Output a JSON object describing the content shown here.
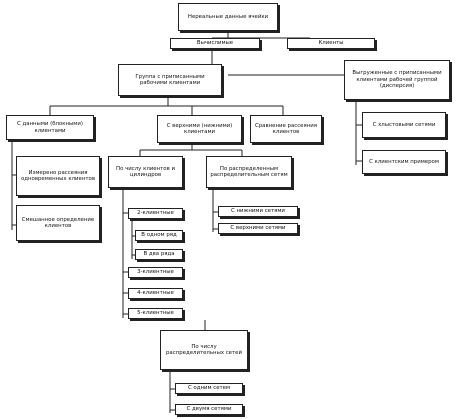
{
  "nodes": {
    "root": "Нереальные данные ячейки",
    "left_branch": "Вычислимые",
    "right_branch": "Клиенты",
    "group_left": "Группа с приписанными рабочими клиентами",
    "group_right": "Выгруженные с приписанными клиентами рабочей группой (дисперсия)",
    "col1": "С данными (блокными) клиентами",
    "col2": "С верхними (нижними) клиентами",
    "col3": "Сравнение рассеяния клиентов",
    "c1_sub1": "Измерено рассеяния одновременных клиентов",
    "c1_sub2": "Смешанное определение клиентов",
    "c2_by_count": "По числу клиентов и цилиндров",
    "c2_by_type": "По распределенным распределительным сетям",
    "n2": "2-клиентные",
    "n2a": "В одном ряд",
    "n2b": "В два ряда",
    "n3": "3-клиентные",
    "n4": "4-клиентные",
    "n5": "5-клиентные",
    "t1": "С нижними сетями",
    "t2": "С верхними сетями",
    "r1": "С хлыстовыми сетями",
    "r2": "С клиентским примером",
    "bottom_title": "По числу распределительных сетей",
    "b1": "С одним сетем",
    "b2": "С двумя сетями"
  }
}
